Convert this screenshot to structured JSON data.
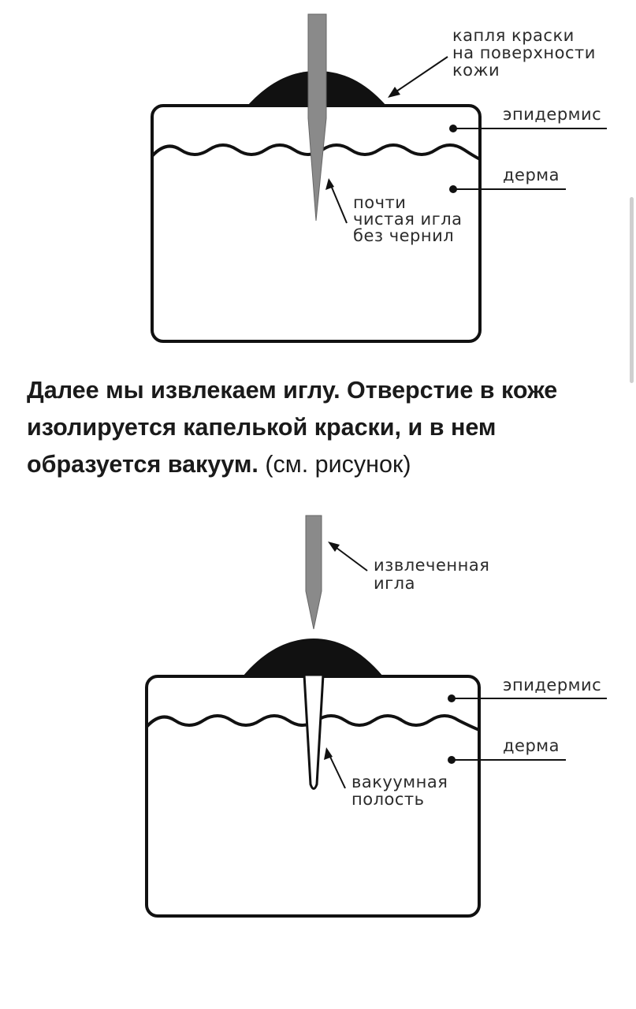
{
  "diagram1": {
    "labels": {
      "drop_line1": "капля краски",
      "drop_line2": "на поверхности",
      "drop_line3": "кожи",
      "epidermis": "эпидермис",
      "derma": "дерма",
      "needle_line1": "почти",
      "needle_line2": "чистая игла",
      "needle_line3": "без чернил"
    }
  },
  "paragraph": {
    "bold_text": "Далее мы извлекаем иглу. Отверстие в коже изолируется капелькой краски, и в нем образуется вакуум.",
    "normal_text": "(см. рисунок)"
  },
  "diagram2": {
    "labels": {
      "needle_line1": "извлеченная",
      "needle_line2": "игла",
      "epidermis": "эпидермис",
      "derma": "дерма",
      "vacuum_line1": "вакуумная",
      "vacuum_line2": "полость"
    }
  },
  "colors": {
    "ink": "#111111",
    "needle": "#8a8a8a",
    "scrollbar": "#cfcfcf"
  }
}
